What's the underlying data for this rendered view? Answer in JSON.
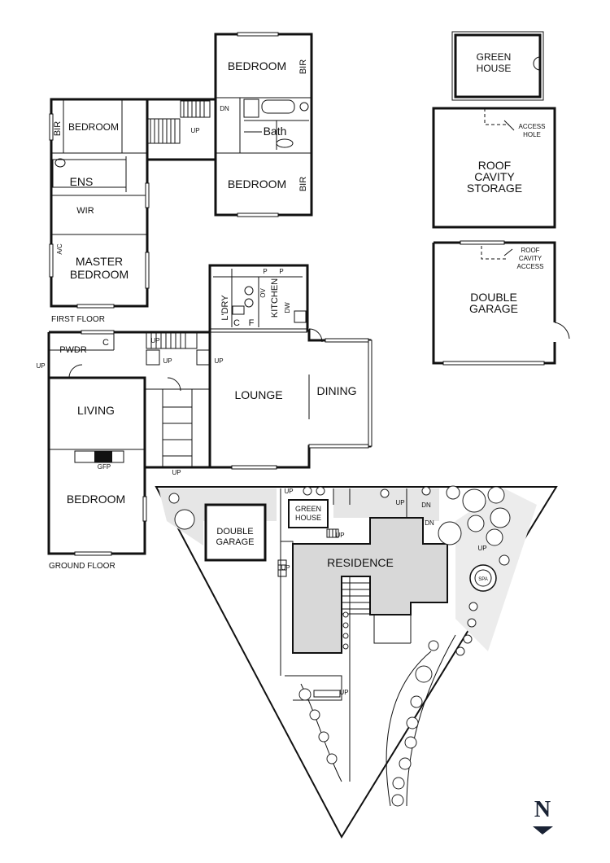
{
  "labels": {
    "bedroom": "BEDROOM",
    "bir": "BIR",
    "dn": "DN",
    "up": "UP",
    "bath": "Bath",
    "ens": "ENS",
    "wir": "WIR",
    "ac": "A/C",
    "master_1": "MASTER",
    "master_2": "BEDROOM",
    "first_floor": "FIRST FLOOR",
    "ground_floor": "GROUND FLOOR",
    "pwdr": "PWDR",
    "c": "C",
    "living": "LIVING",
    "gfp": "GFP",
    "lounge": "LOUNGE",
    "dining": "DINING",
    "ldry": "L'DRY",
    "kitchen": "KITCHEN",
    "ov": "OV",
    "dw": "DW",
    "p": "P",
    "f": "F",
    "green_1": "GREEN",
    "green_2": "HOUSE",
    "access_1": "ACCESS",
    "access_2": "HOLE",
    "roof_1": "ROOF",
    "roof_2": "CAVITY",
    "roof_3": "STORAGE",
    "rca_1": "ROOF",
    "rca_2": "CAVITY",
    "rca_3": "ACCESS",
    "dg_1": "DOUBLE",
    "dg_2": "GARAGE",
    "residence": "RESIDENCE",
    "spa": "SPA",
    "north": "N"
  }
}
